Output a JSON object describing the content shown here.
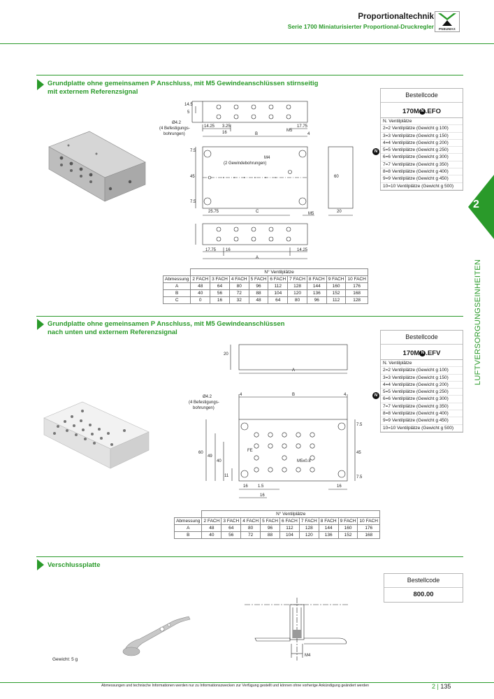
{
  "header": {
    "title": "Proportionaltechnik",
    "subtitle": "Serie 1700 Miniaturisierter Proportional-Druckregler",
    "logo_text": "PNEUMAX"
  },
  "side_tab": {
    "number": "2",
    "text": "LUFTVERSORGUNGSEINHEITEN"
  },
  "n_symbol": "N",
  "bestell_label": "Bestellcode",
  "options_header": "N. Ventilplätze",
  "options": [
    "2=2 Ventilplätze (Gewicht g 100)",
    "3=3 Ventilplätze (Gewicht g 150)",
    "4=4 Ventilplätze (Gewicht g 200)",
    "5=5 Ventilplätze (Gewicht g 250)",
    "6=6 Ventilplätze (Gewicht g 300)",
    "7=7 Ventilplätze (Gewicht g 350)",
    "8=8 Ventilplätze (Gewicht g 400)",
    "9=9 Ventilplätze (Gewicht g 450)",
    "10=10 Ventilplätze (Gewicht g 500)"
  ],
  "table_header": "N° Ventilplätze",
  "table_columns": [
    "Abmessung",
    "2 FACH",
    "3 FACH",
    "4 FACH",
    "5 FACH",
    "6 FACH",
    "7 FACH",
    "8 FACH",
    "9 FACH",
    "10 FACH"
  ],
  "sections": [
    {
      "title_line1": "Grundplatte ohne gemeinsamen P Anschluss, mit M5 Gewindeanschlüssen stirnseitig",
      "title_line2": "mit externem Referenzsignal",
      "code_prefix": "170M",
      "code_suffix": ".EFO",
      "rows": [
        [
          "A",
          "48",
          "64",
          "80",
          "96",
          "112",
          "128",
          "144",
          "160",
          "176"
        ],
        [
          "B",
          "40",
          "56",
          "72",
          "88",
          "104",
          "120",
          "136",
          "152",
          "168"
        ],
        [
          "C",
          "0",
          "16",
          "32",
          "48",
          "64",
          "80",
          "96",
          "112",
          "128"
        ]
      ],
      "drawing_labels": {
        "hole": "Ø4.2",
        "hole_note1": "(4 Befestigungs-",
        "hole_note2": "bohrungen)",
        "m4": "M4",
        "m4_note": "(2 Gewindebohrungen)",
        "m5": "M5",
        "d14_5": "14.5",
        "d5": "5",
        "d14_25": "14.25",
        "d3_25": "3.25",
        "d16": "16",
        "d17_75": "17.75",
        "dB": "B",
        "d4": "4",
        "d7_5": "7.5",
        "d45": "45",
        "d60": "60",
        "d25_75": "25.75",
        "dC": "C",
        "d20": "20",
        "dA": "A"
      }
    },
    {
      "title_line1": "Grundplatte ohne gemeinsamen P Anschluss, mit M5 Gewindeanschlüssen",
      "title_line2": "nach unten und externem Referenzsignal",
      "code_prefix": "170M",
      "code_suffix": ".EFV",
      "rows": [
        [
          "A",
          "48",
          "64",
          "80",
          "96",
          "112",
          "128",
          "144",
          "160",
          "176"
        ],
        [
          "B",
          "40",
          "56",
          "72",
          "88",
          "104",
          "120",
          "136",
          "152",
          "168"
        ]
      ],
      "drawing_labels": {
        "d20": "20",
        "dA": "A",
        "hole": "Ø4.2",
        "hole_note1": "(4 Befestigungs-",
        "hole_note2": "bohrungen)",
        "d4": "4",
        "dB": "B",
        "d60": "60",
        "d49": "49",
        "d40": "40",
        "d11": "11",
        "d7_5": "7.5",
        "d45": "45",
        "m5x": "M5x0.8",
        "d16": "16",
        "d1_5": "1.5",
        "fe": "FE"
      }
    },
    {
      "title": "Verschlussplatte",
      "code": "800.00",
      "m4": "M4",
      "weight": "Gewicht: 5 g"
    }
  ],
  "footer": {
    "note": "Abmessungen und technische Informationen werden nur zu Informationszwecken zur Verfügung gestellt und können ohne vorherige Ankündigung geändert werden",
    "chapter": "2",
    "page": "135"
  }
}
